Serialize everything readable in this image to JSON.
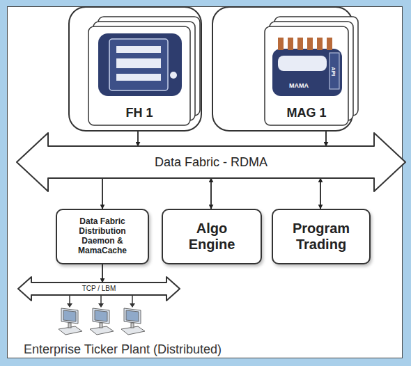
{
  "diagram": {
    "caption": "Enterprise Ticker Plant (Distributed)",
    "nodes": [
      {
        "text": [
          "FH 1"
        ]
      },
      {
        "text": [
          "MAG 1"
        ]
      },
      {
        "text": [
          "Data Fabric - RDMA"
        ]
      },
      {
        "text": [
          "Data Fabric Distribution Daemon & MamaCache"
        ]
      },
      {
        "text": [
          "Algo Engine"
        ]
      },
      {
        "text": [
          "Program Trading"
        ]
      },
      {
        "text": [
          "TCP / LBM"
        ]
      }
    ],
    "edges": [
      {
        "from": 0,
        "to": 2,
        "arrow": "to"
      },
      {
        "from": 1,
        "to": 2,
        "arrow": "both"
      },
      {
        "from": 2,
        "to": 3,
        "arrow": "to"
      },
      {
        "from": 2,
        "to": 4,
        "arrow": "both"
      },
      {
        "from": 2,
        "to": 5,
        "arrow": "both"
      },
      {
        "from": 3,
        "to": 6,
        "arrow": "to"
      }
    ],
    "labels": [
      "API",
      "MAMA"
    ]
  }
}
